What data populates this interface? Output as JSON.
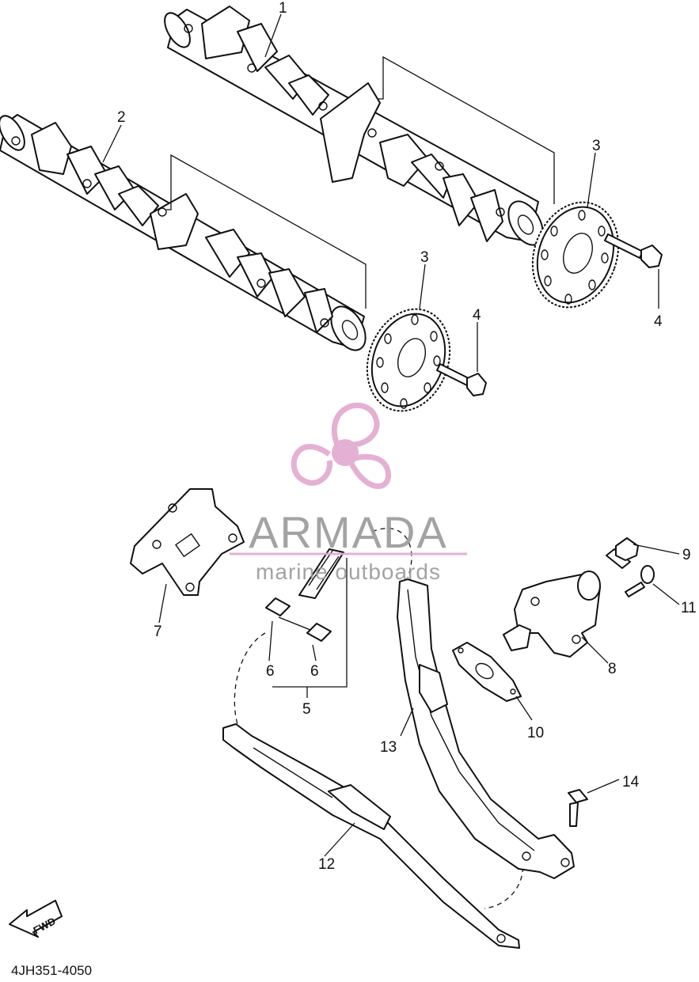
{
  "diagram": {
    "code": "4JH351-4050",
    "fwd_label": "FWD",
    "callouts": [
      {
        "id": "c1",
        "label": "1"
      },
      {
        "id": "c2",
        "label": "2"
      },
      {
        "id": "c3a",
        "label": "3"
      },
      {
        "id": "c3b",
        "label": "3"
      },
      {
        "id": "c4a",
        "label": "4"
      },
      {
        "id": "c4b",
        "label": "4"
      },
      {
        "id": "c5",
        "label": "5"
      },
      {
        "id": "c6a",
        "label": "6"
      },
      {
        "id": "c6b",
        "label": "6"
      },
      {
        "id": "c7",
        "label": "7"
      },
      {
        "id": "c8",
        "label": "8"
      },
      {
        "id": "c9",
        "label": "9"
      },
      {
        "id": "c10",
        "label": "10"
      },
      {
        "id": "c11",
        "label": "11"
      },
      {
        "id": "c12",
        "label": "12"
      },
      {
        "id": "c13",
        "label": "13"
      },
      {
        "id": "c14",
        "label": "14"
      }
    ]
  },
  "watermark": {
    "brand": "ARMADA",
    "tagline": "marine outboards",
    "color": "#e2a8cf",
    "text_color": "#9a9a9a"
  }
}
